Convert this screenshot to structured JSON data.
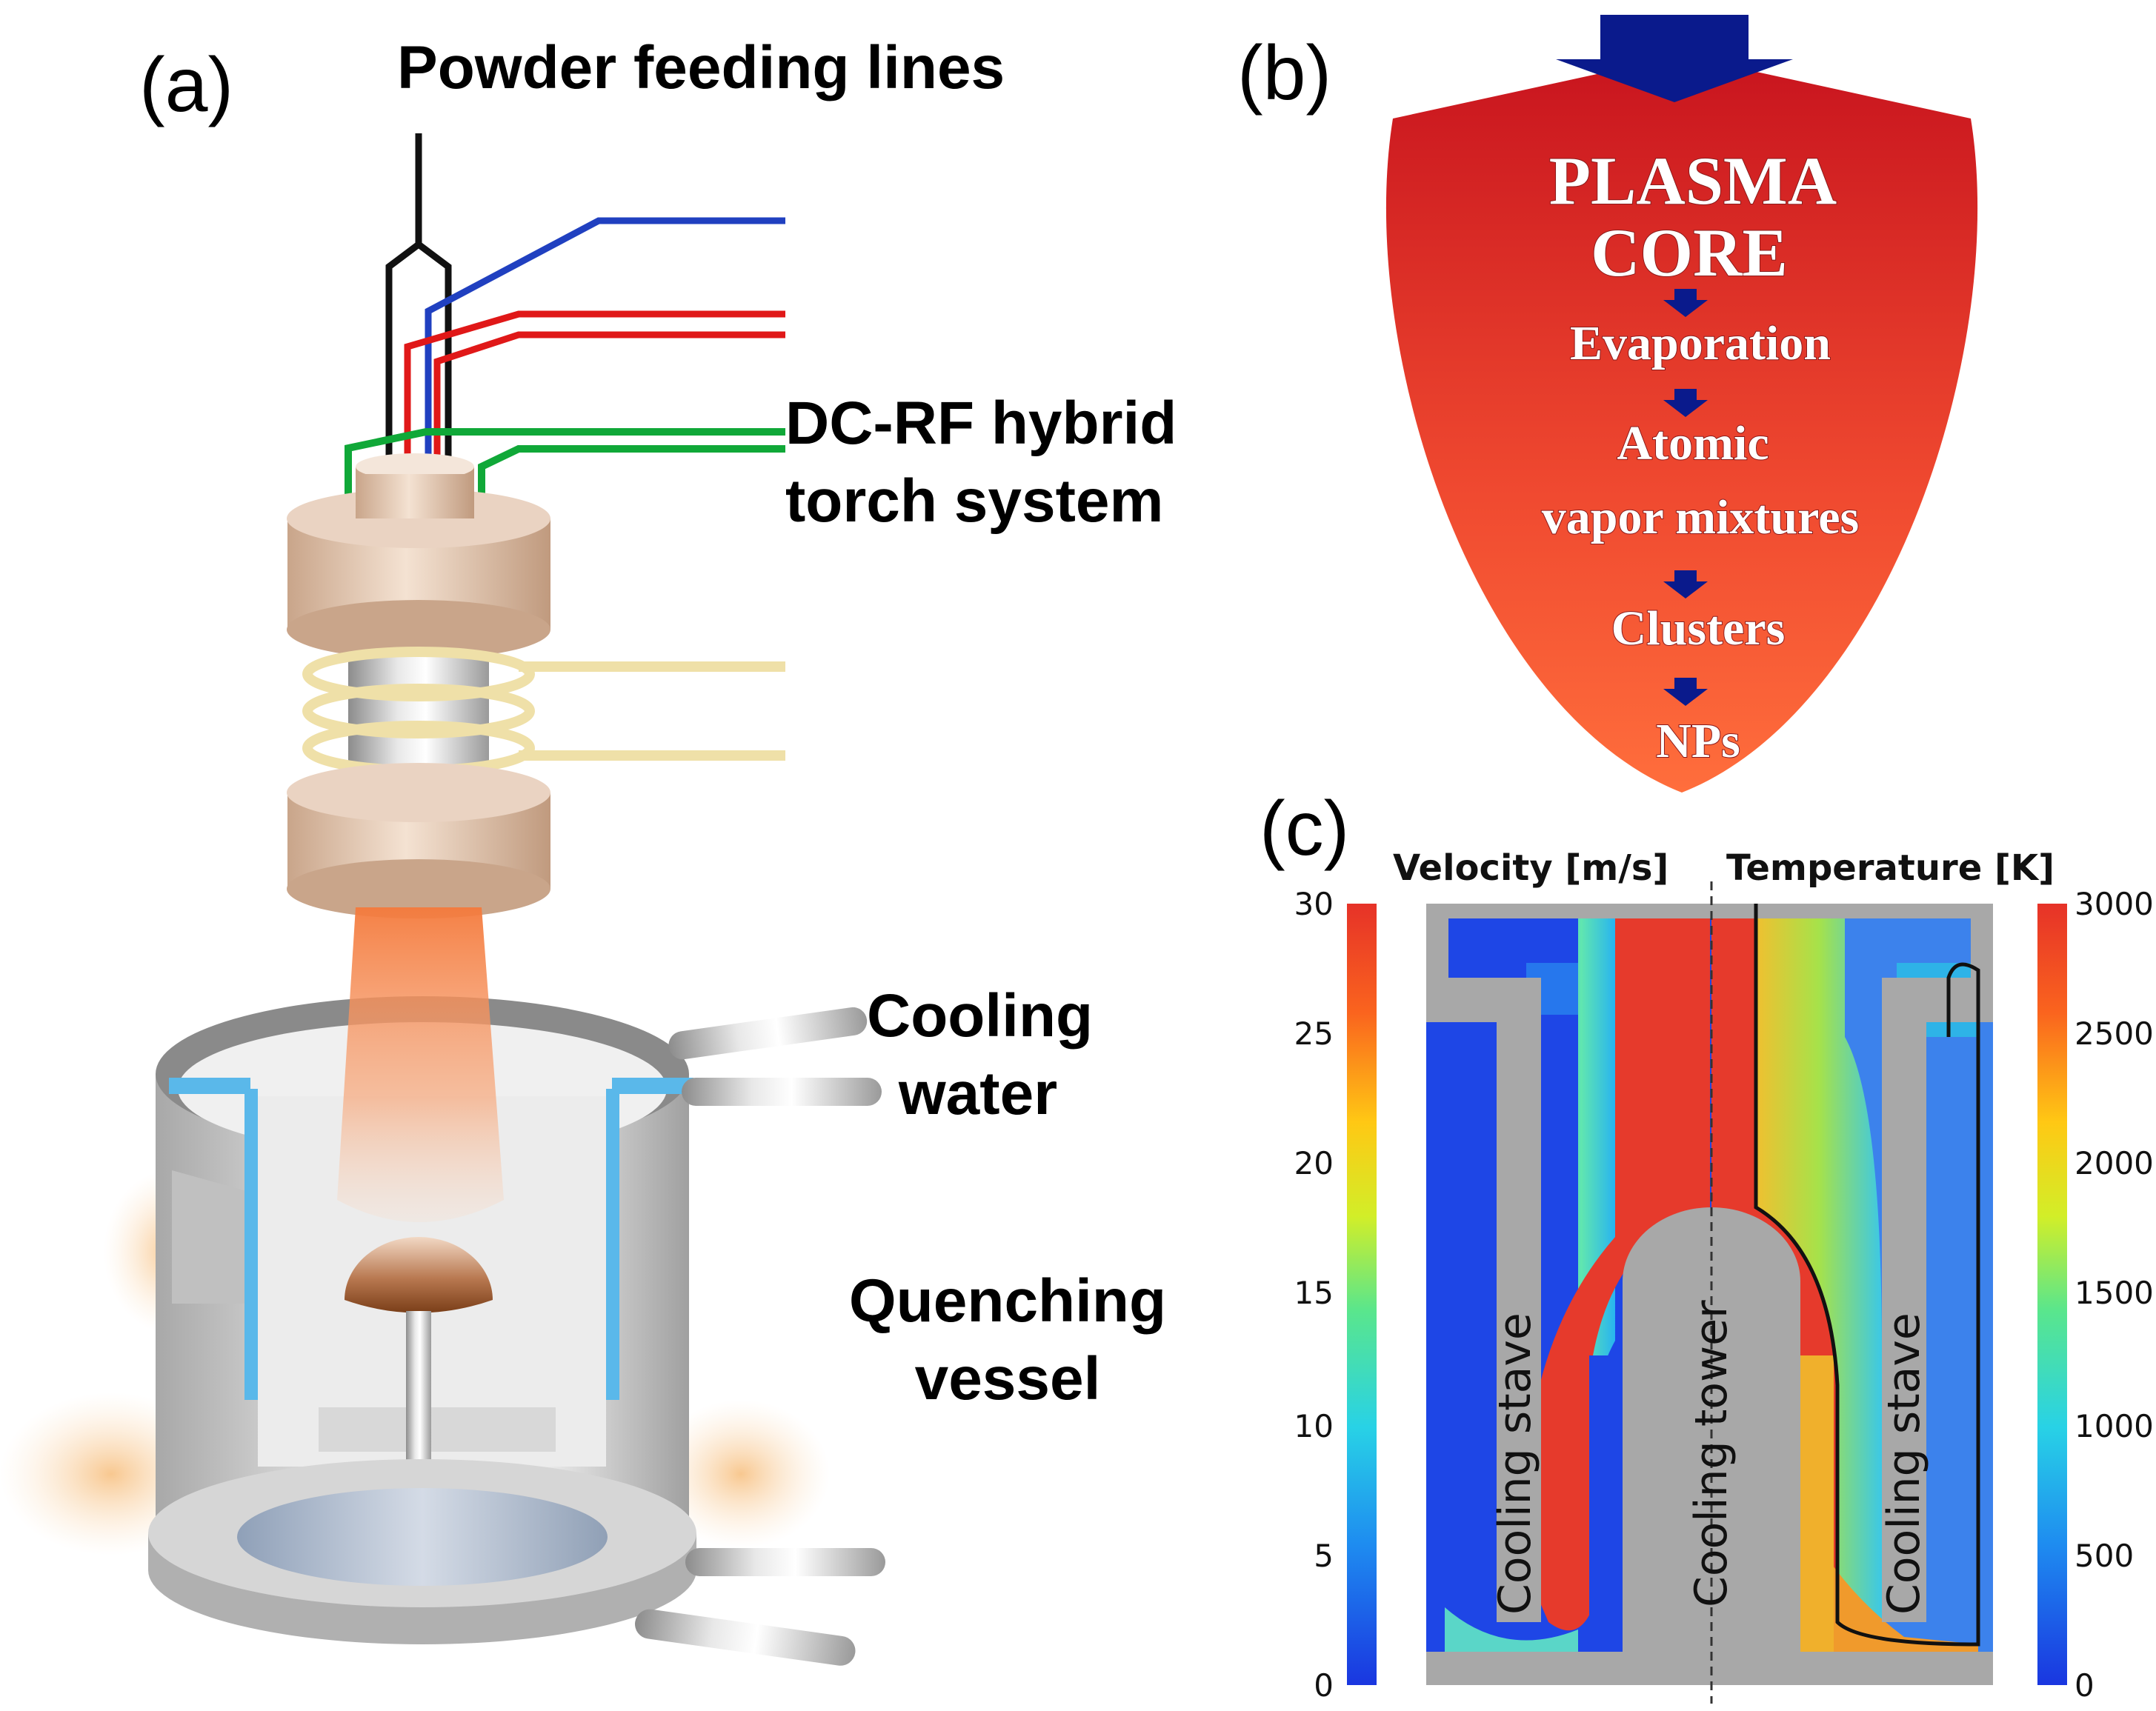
{
  "figure": {
    "panel_a": {
      "letter": "(a)",
      "powder_feeding_lines": "Powder feeding lines",
      "torch_line1": "DC-RF hybrid",
      "torch_line2": "torch system",
      "cooling_line1": "Cooling",
      "cooling_line2": "water",
      "quench_line1": "Quenching",
      "quench_line2": "vessel"
    },
    "panel_b": {
      "letter": "(b)",
      "core_line1": "PLASMA",
      "core_line2": "CORE",
      "steps": [
        "Evaporation",
        "Atomic",
        "vapor mixtures",
        "Clusters",
        "NPs"
      ],
      "colors": {
        "top": "#c8141e",
        "bottom": "#ff6e3c",
        "arrow": "#0a1a8c"
      }
    },
    "panel_c": {
      "letter": "(c)",
      "velocity_title": "Velocity [m/s]",
      "temperature_title": "Temperature [K]",
      "velocity_ticks": [
        "30",
        "25",
        "20",
        "15",
        "10",
        "5",
        "0"
      ],
      "temperature_ticks": [
        "3000",
        "2500",
        "2000",
        "1500",
        "1000",
        "500",
        "0"
      ],
      "cooling_stave_left": "Cooling stave",
      "cooling_tower": "Cooling tower",
      "cooling_stave_right": "Cooling stave",
      "colormap": [
        "#1a36e0",
        "#1e8cf0",
        "#28d2e6",
        "#5ae68c",
        "#d2ee28",
        "#ffc814",
        "#fa641e",
        "#e63228"
      ]
    }
  }
}
